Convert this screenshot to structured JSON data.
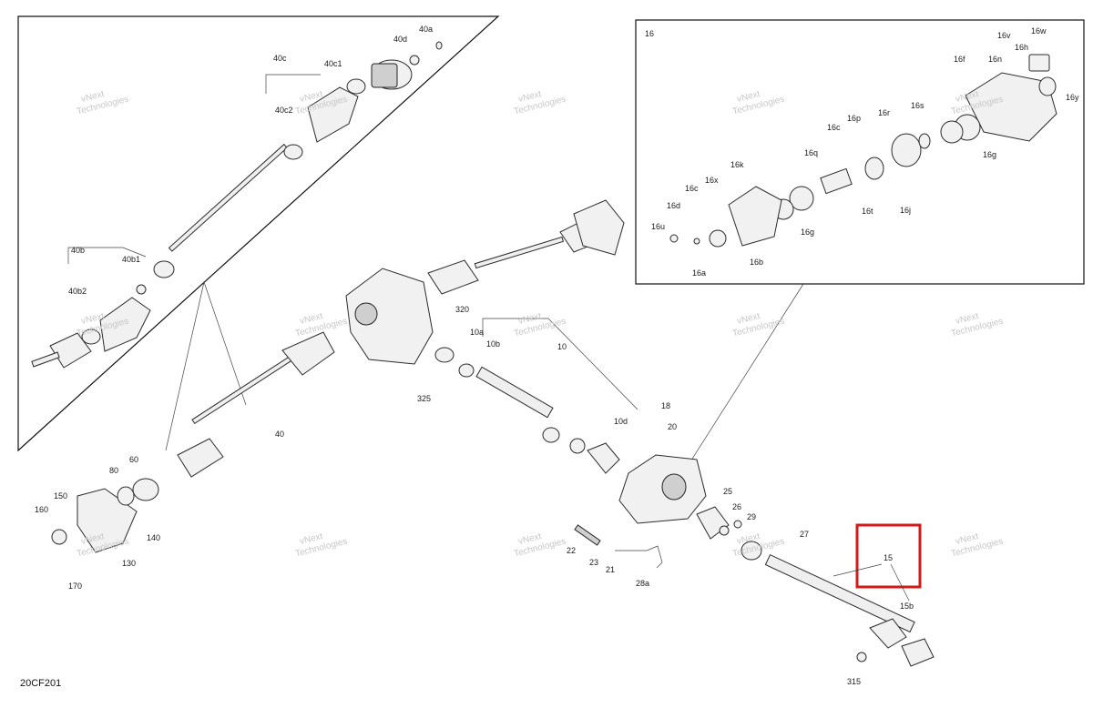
{
  "diagram_code": "20CF201",
  "detail_label": "16",
  "watermark": {
    "line1": "vNext",
    "line2": "Technologies"
  },
  "callouts": {
    "c40a": "40a",
    "c40d": "40d",
    "c40c": "40c",
    "c40c1": "40c1",
    "c40c2": "40c2",
    "c40b": "40b",
    "c40b1": "40b1",
    "c40b2": "40b2",
    "c40": "40",
    "c16v": "16v",
    "c16w": "16w",
    "c16h": "16h",
    "c16n": "16n",
    "c16f": "16f",
    "c16y": "16y",
    "c16p": "16p",
    "c16r": "16r",
    "c16s": "16s",
    "c16c1": "16c",
    "c16g1": "16g",
    "c16q": "16q",
    "c16k": "16k",
    "c16x": "16x",
    "c16c2": "16c",
    "c16d": "16d",
    "c16t": "16t",
    "c16j": "16j",
    "c16g2": "16g",
    "c16u": "16u",
    "c16a": "16a",
    "c16b": "16b",
    "c320": "320",
    "c10a": "10a",
    "c10b": "10b",
    "c10": "10",
    "c325": "325",
    "c18": "18",
    "c20": "20",
    "c10d": "10d",
    "c60": "60",
    "c80": "80",
    "c150": "150",
    "c160": "160",
    "c140": "140",
    "c130": "130",
    "c170": "170",
    "c22": "22",
    "c23": "23",
    "c21": "21",
    "c28a": "28a",
    "c25": "25",
    "c26": "26",
    "c29": "29",
    "c27": "27",
    "c15": "15",
    "c15b": "15b",
    "c315": "315"
  }
}
